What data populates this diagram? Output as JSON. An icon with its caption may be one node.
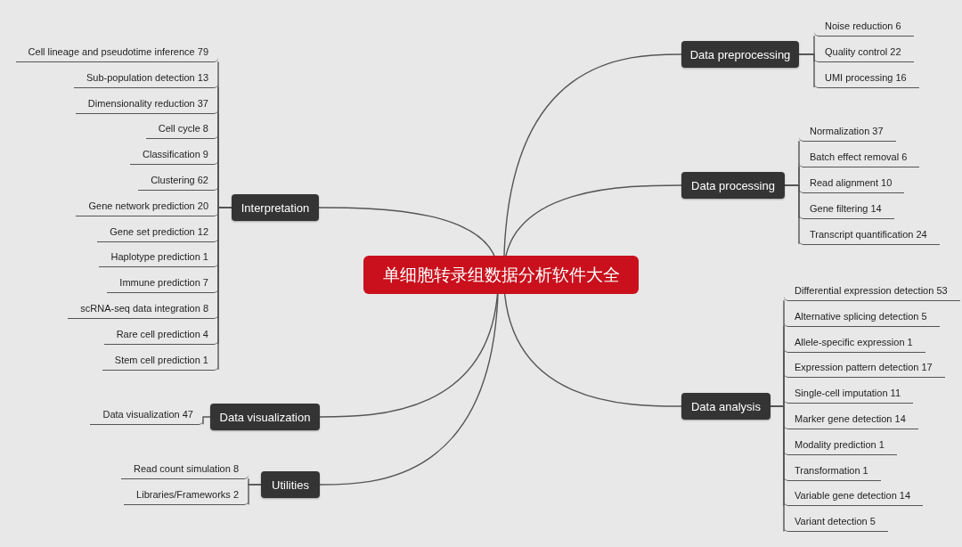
{
  "diagram": {
    "nodes": [
      {
        "text": [
          "单细胞转录组数据分析软件大全"
        ]
      },
      {
        "text": [
          "Data preprocessing"
        ]
      },
      {
        "text": [
          "Noise reduction 6"
        ]
      },
      {
        "text": [
          "Quality control 22"
        ]
      },
      {
        "text": [
          "UMI processing 16"
        ]
      },
      {
        "text": [
          "Data processing"
        ]
      },
      {
        "text": [
          "Normalization 37"
        ]
      },
      {
        "text": [
          "Batch effect removal 6"
        ]
      },
      {
        "text": [
          "Read alignment 10"
        ]
      },
      {
        "text": [
          "Gene filtering 14"
        ]
      },
      {
        "text": [
          "Transcript quantification 24"
        ]
      },
      {
        "text": [
          "Data analysis"
        ]
      },
      {
        "text": [
          "Differential expression detection 53"
        ]
      },
      {
        "text": [
          "Alternative splicing detection 5"
        ]
      },
      {
        "text": [
          "Allele-specific expression 1"
        ]
      },
      {
        "text": [
          "Expression pattern detection 17"
        ]
      },
      {
        "text": [
          "Single-cell imputation 11"
        ]
      },
      {
        "text": [
          "Marker gene detection 14"
        ]
      },
      {
        "text": [
          "Modality prediction 1"
        ]
      },
      {
        "text": [
          "Transformation 1"
        ]
      },
      {
        "text": [
          "Variable gene detection 14"
        ]
      },
      {
        "text": [
          "Variant detection 5"
        ]
      },
      {
        "text": [
          "Interpretation"
        ]
      },
      {
        "text": [
          "Cell lineage and pseudotime inference 79"
        ]
      },
      {
        "text": [
          "Sub-population detection 13"
        ]
      },
      {
        "text": [
          "Dimensionality reduction 37"
        ]
      },
      {
        "text": [
          "Cell cycle 8"
        ]
      },
      {
        "text": [
          "Classification 9"
        ]
      },
      {
        "text": [
          "Clustering 62"
        ]
      },
      {
        "text": [
          "Gene network prediction 20"
        ]
      },
      {
        "text": [
          "Gene set prediction 12"
        ]
      },
      {
        "text": [
          "Haplotype prediction 1"
        ]
      },
      {
        "text": [
          "Immune prediction 7"
        ]
      },
      {
        "text": [
          "scRNA-seq data integration 8"
        ]
      },
      {
        "text": [
          "Rare cell prediction 4"
        ]
      },
      {
        "text": [
          "Stem cell prediction 1"
        ]
      },
      {
        "text": [
          "Data visualization"
        ]
      },
      {
        "text": [
          "Data visualization 47"
        ]
      },
      {
        "text": [
          "Utilities"
        ]
      },
      {
        "text": [
          "Read count simulation 8"
        ]
      },
      {
        "text": [
          "Libraries/Frameworks 2"
        ]
      }
    ],
    "edges": [
      {
        "from": 0,
        "to": 1,
        "arrow": "none"
      },
      {
        "from": 1,
        "to": 2,
        "arrow": "none"
      },
      {
        "from": 1,
        "to": 3,
        "arrow": "none"
      },
      {
        "from": 1,
        "to": 4,
        "arrow": "none"
      },
      {
        "from": 0,
        "to": 5,
        "arrow": "none"
      },
      {
        "from": 5,
        "to": 6,
        "arrow": "none"
      },
      {
        "from": 5,
        "to": 7,
        "arrow": "none"
      },
      {
        "from": 5,
        "to": 8,
        "arrow": "none"
      },
      {
        "from": 5,
        "to": 9,
        "arrow": "none"
      },
      {
        "from": 5,
        "to": 10,
        "arrow": "none"
      },
      {
        "from": 0,
        "to": 11,
        "arrow": "none"
      },
      {
        "from": 11,
        "to": 12,
        "arrow": "none"
      },
      {
        "from": 11,
        "to": 13,
        "arrow": "none"
      },
      {
        "from": 11,
        "to": 14,
        "arrow": "none"
      },
      {
        "from": 11,
        "to": 15,
        "arrow": "none"
      },
      {
        "from": 11,
        "to": 16,
        "arrow": "none"
      },
      {
        "from": 11,
        "to": 17,
        "arrow": "none"
      },
      {
        "from": 11,
        "to": 18,
        "arrow": "none"
      },
      {
        "from": 11,
        "to": 19,
        "arrow": "none"
      },
      {
        "from": 11,
        "to": 20,
        "arrow": "none"
      },
      {
        "from": 11,
        "to": 21,
        "arrow": "none"
      },
      {
        "from": 0,
        "to": 22,
        "arrow": "none"
      },
      {
        "from": 22,
        "to": 23,
        "arrow": "none"
      },
      {
        "from": 22,
        "to": 24,
        "arrow": "none"
      },
      {
        "from": 22,
        "to": 25,
        "arrow": "none"
      },
      {
        "from": 22,
        "to": 26,
        "arrow": "none"
      },
      {
        "from": 22,
        "to": 27,
        "arrow": "none"
      },
      {
        "from": 22,
        "to": 28,
        "arrow": "none"
      },
      {
        "from": 22,
        "to": 29,
        "arrow": "none"
      },
      {
        "from": 22,
        "to": 30,
        "arrow": "none"
      },
      {
        "from": 22,
        "to": 31,
        "arrow": "none"
      },
      {
        "from": 22,
        "to": 32,
        "arrow": "none"
      },
      {
        "from": 22,
        "to": 33,
        "arrow": "none"
      },
      {
        "from": 22,
        "to": 34,
        "arrow": "none"
      },
      {
        "from": 22,
        "to": 35,
        "arrow": "none"
      },
      {
        "from": 0,
        "to": 36,
        "arrow": "none"
      },
      {
        "from": 36,
        "to": 37,
        "arrow": "none"
      },
      {
        "from": 0,
        "to": 38,
        "arrow": "none"
      },
      {
        "from": 38,
        "to": 39,
        "arrow": "none"
      },
      {
        "from": 38,
        "to": 40,
        "arrow": "none"
      }
    ]
  }
}
